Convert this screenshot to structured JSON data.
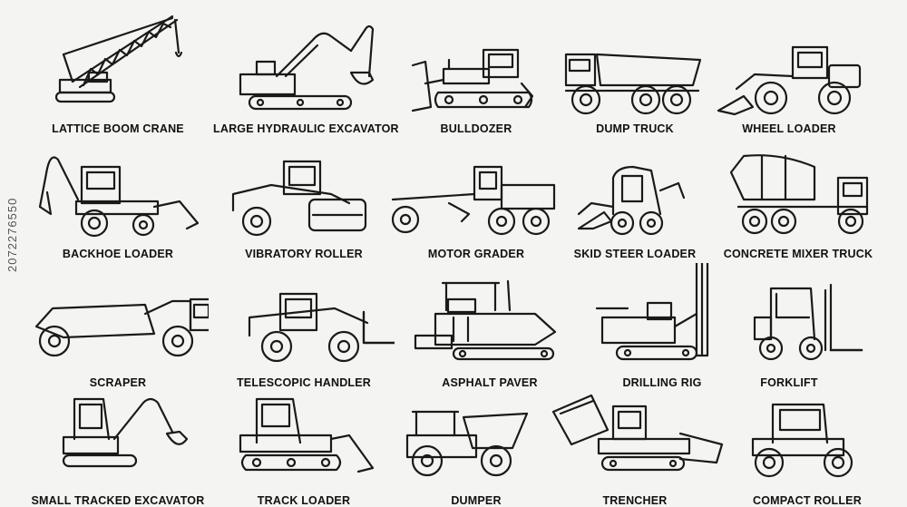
{
  "stock_id": "2072276550",
  "vehicles": [
    {
      "label": "LATTICE BOOM CRANE",
      "icon": "lattice-boom-crane-icon"
    },
    {
      "label": "LARGE HYDRAULIC EXCAVATOR",
      "icon": "large-hydraulic-excavator-icon"
    },
    {
      "label": "BULLDOZER",
      "icon": "bulldozer-icon"
    },
    {
      "label": "DUMP TRUCK",
      "icon": "dump-truck-icon"
    },
    {
      "label": "WHEEL LOADER",
      "icon": "wheel-loader-icon"
    },
    {
      "label": "BACKHOE LOADER",
      "icon": "backhoe-loader-icon"
    },
    {
      "label": "VIBRATORY ROLLER",
      "icon": "vibratory-roller-icon"
    },
    {
      "label": "MOTOR GRADER",
      "icon": "motor-grader-icon"
    },
    {
      "label": "SKID STEER LOADER",
      "icon": "skid-steer-loader-icon"
    },
    {
      "label": "CONCRETE MIXER TRUCK",
      "icon": "concrete-mixer-truck-icon"
    },
    {
      "label": "SCRAPER",
      "icon": "scraper-icon"
    },
    {
      "label": "TELESCOPIC HANDLER",
      "icon": "telescopic-handler-icon"
    },
    {
      "label": "ASPHALT PAVER",
      "icon": "asphalt-paver-icon"
    },
    {
      "label": "DRILLING RIG",
      "icon": "drilling-rig-icon"
    },
    {
      "label": "FORKLIFT",
      "icon": "forklift-icon"
    },
    {
      "label": "SMALL TRACKED EXCAVATOR",
      "icon": "small-tracked-excavator-icon"
    },
    {
      "label": "TRACK LOADER",
      "icon": "track-loader-icon"
    },
    {
      "label": "DUMPER",
      "icon": "dumper-icon"
    },
    {
      "label": "TRENCHER",
      "icon": "trencher-icon"
    },
    {
      "label": "COMPACT ROLLER",
      "icon": "compact-roller-icon"
    }
  ]
}
